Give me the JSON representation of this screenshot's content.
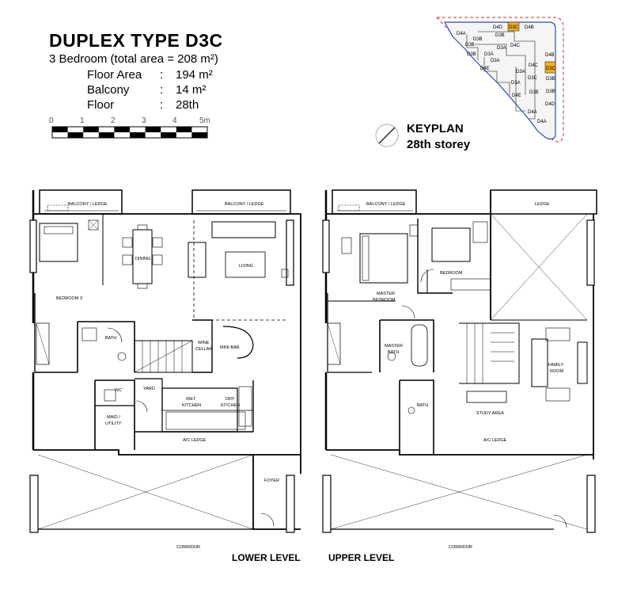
{
  "header": {
    "title": "DUPLEX TYPE D3C",
    "subtitle": "3 Bedroom (total area = 208 m²)",
    "specs": [
      {
        "label": "Floor Area",
        "colon": ":",
        "value": "194 m²"
      },
      {
        "label": "Balcony",
        "colon": ":",
        "value": "14 m²"
      },
      {
        "label": "Floor",
        "colon": ":",
        "value": "28th"
      }
    ]
  },
  "scale_bar": {
    "ticks": [
      "0",
      "1",
      "2",
      "3",
      "4",
      "5m"
    ]
  },
  "keyplan": {
    "title": "KEYPLAN",
    "storey": "28th storey",
    "units": [
      "D4D",
      "D3B",
      "D3C",
      "D4B",
      "D4A",
      "D3B",
      "D4C",
      "D3B",
      "D3A",
      "D4B",
      "D3A",
      "D4C",
      "D3C",
      "D4E",
      "D3A",
      "D3B",
      "D3A",
      "D3B",
      "D4E",
      "D4D",
      "D4A",
      "D3B",
      "D3B",
      "D3C",
      "D4A",
      "D3A"
    ],
    "highlight_color": "#f2b01e",
    "outline_color": "#2b4fa8",
    "boundary_color": "#d7282f"
  },
  "lower_level": {
    "label": "LOWER LEVEL",
    "rooms": {
      "balcony_left": "BALCONY / LEDGE",
      "balcony_right": "BALCONY / LEDGE",
      "dining": "DINING",
      "living": "LIVING",
      "bedroom3": "BEDROOM 3",
      "bath": "BATH",
      "wine1": "WINE",
      "wine2": "CELLAR",
      "minibar": "MINI-BAR",
      "wc": "WC",
      "yard": "YARD",
      "wet1": "WET",
      "wet2": "KITCHEN",
      "dry1": "DRY",
      "dry2": "KITCHEN",
      "maid1": "MAID /",
      "maid2": "UTILITY",
      "ac_ledge": "A/C LEDGE",
      "foyer": "FOYER",
      "corridor": "CORRIDOR"
    }
  },
  "upper_level": {
    "label": "UPPER LEVEL",
    "rooms": {
      "balcony": "BALCONY / LEDGE",
      "ledge": "LEDGE",
      "master1": "MASTER",
      "master2": "BEDROOM",
      "bedroom": "BEDROOM",
      "mbath1": "MASTER",
      "mbath2": "BATH",
      "family1": "FAMILY",
      "family2": "ROOM",
      "bath": "BATH",
      "study": "STUDY AREA",
      "ac_ledge": "A/C LEDGE",
      "corridor": "CORRIDOR"
    }
  }
}
